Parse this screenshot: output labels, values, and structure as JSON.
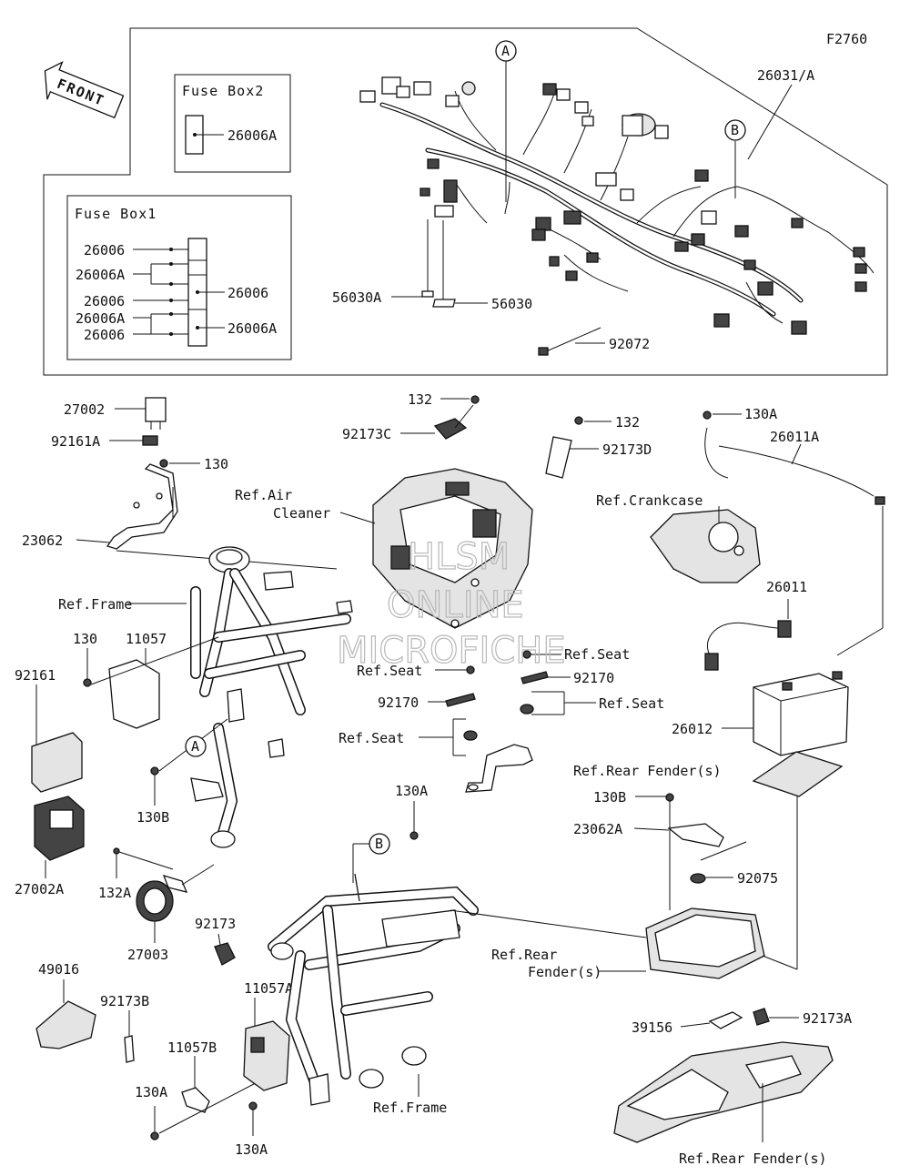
{
  "figure_code": "F2760",
  "front_label": "FRONT",
  "callouts": {
    "a": "A",
    "b": "B"
  },
  "fuse_box2": {
    "title": "Fuse Box2",
    "label": "26006A"
  },
  "fuse_box1": {
    "title": "Fuse Box1",
    "left_labels": [
      "26006",
      "26006A",
      "26006",
      "26006A",
      "26006"
    ],
    "right_labels": [
      "26006",
      "26006A"
    ]
  },
  "harness": {
    "main": "26031/A",
    "clip_a": "56030A",
    "clip_b": "56030",
    "band": "92072"
  },
  "labels": {
    "p27002": "27002",
    "p92161A": "92161A",
    "p130_top": "130",
    "p23062": "23062",
    "ref_frame_1": "Ref.Frame",
    "p130_left": "130",
    "p11057": "11057",
    "p92161": "92161",
    "p130B_left": "130B",
    "p27002A": "27002A",
    "p132A": "132A",
    "p27003": "27003",
    "p49016": "49016",
    "p92173B": "92173B",
    "p130A_bl1": "130A",
    "p11057B": "11057B",
    "p11057A": "11057A",
    "p130A_bl2": "130A",
    "p92173": "92173",
    "ref_frame_2": "Ref.Frame",
    "p132_top": "132",
    "p92173C": "92173C",
    "p132_right": "132",
    "p92173D": "92173D",
    "ref_air_1": "Ref.Air",
    "ref_air_2": "Cleaner",
    "ref_seat_1": "Ref.Seat",
    "ref_seat_2": "Ref.Seat",
    "p92170_1": "92170",
    "p92170_2": "92170",
    "ref_seat_3": "Ref.Seat",
    "ref_seat_4": "Ref.Seat",
    "p130A_mid": "130A",
    "p130A_top": "130A",
    "p26011A": "26011A",
    "ref_crankcase": "Ref.Crankcase",
    "p26011": "26011",
    "p26012": "26012",
    "ref_rear_fender_1": "Ref.Rear Fender(s)",
    "p130B_right": "130B",
    "p23062A": "23062A",
    "p92075": "92075",
    "ref_rear_1": "Ref.Rear",
    "ref_rear_2": "Fender(s)",
    "p39156": "39156",
    "p92173A": "92173A",
    "ref_rear_fender_2": "Ref.Rear Fender(s)"
  },
  "watermark": [
    "HLSM",
    "ONLINE",
    "MICROFICHE"
  ]
}
